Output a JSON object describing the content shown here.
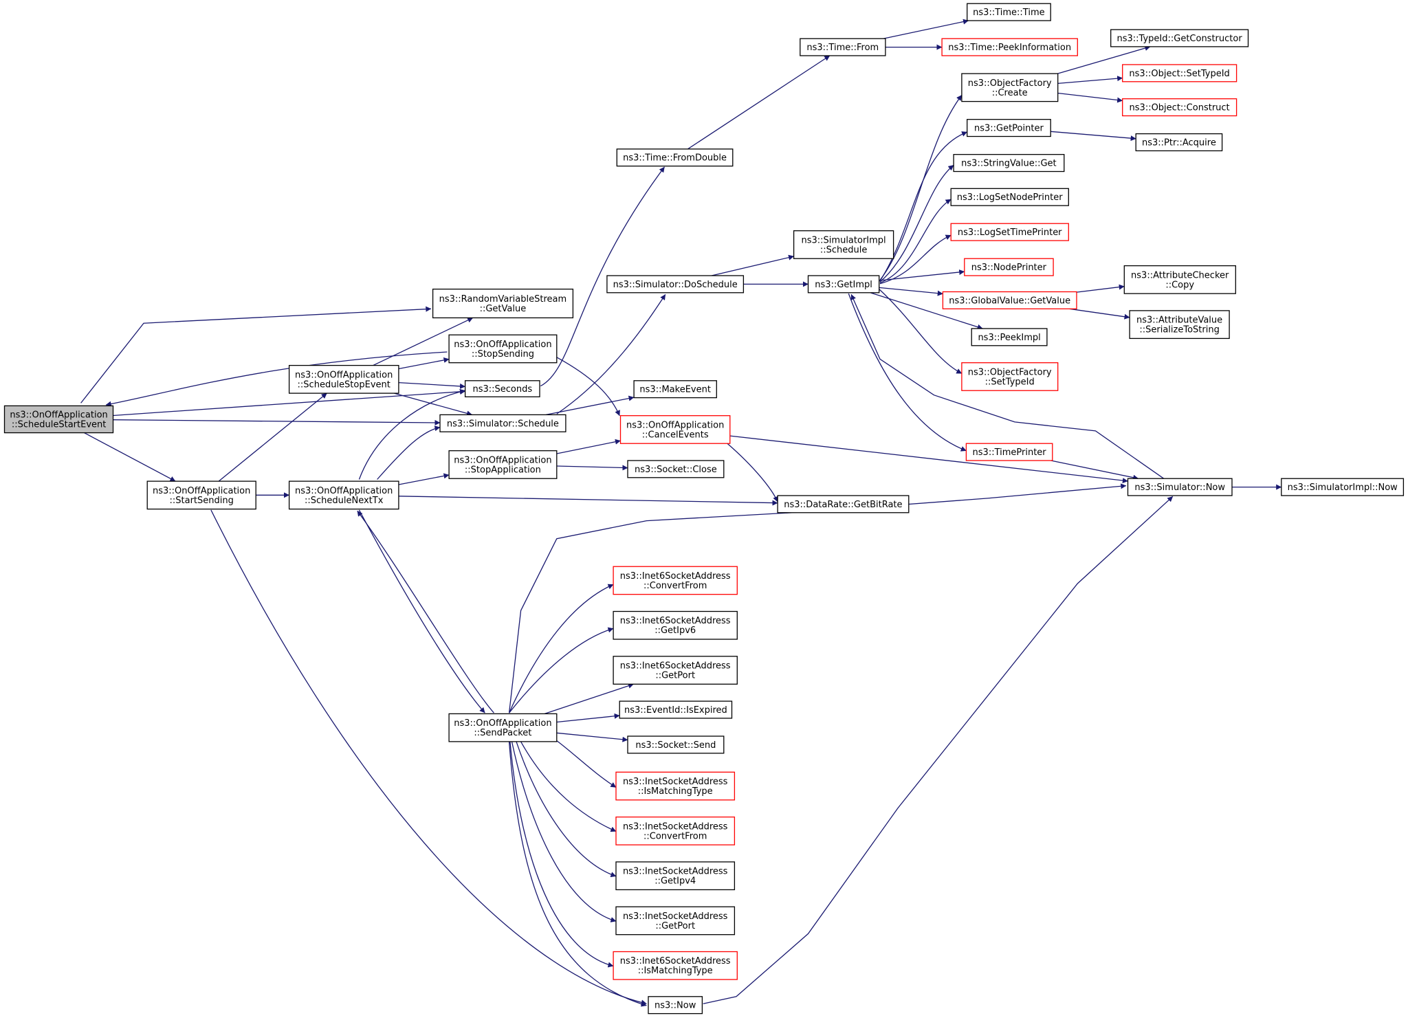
{
  "graph": {
    "colors": {
      "edge": "#191970",
      "node_border": "#000000",
      "truncated_border": "#ff0000",
      "root_fill": "#bfbfbf",
      "node_fill": "#ffffff"
    },
    "nodes": [
      {
        "id": "root",
        "lines": [
          "ns3::OnOffApplication",
          "::ScheduleStartEvent"
        ],
        "kind": "root"
      },
      {
        "id": "rvs_getvalue",
        "lines": [
          "ns3::RandomVariableStream",
          "::GetValue"
        ],
        "kind": "normal"
      },
      {
        "id": "stopsending",
        "lines": [
          "ns3::OnOffApplication",
          "::StopSending"
        ],
        "kind": "normal"
      },
      {
        "id": "schedulestopevent",
        "lines": [
          "ns3::OnOffApplication",
          "::ScheduleStopEvent"
        ],
        "kind": "normal"
      },
      {
        "id": "seconds",
        "lines": [
          "ns3::Seconds"
        ],
        "kind": "normal"
      },
      {
        "id": "sim_schedule",
        "lines": [
          "ns3::Simulator::Schedule"
        ],
        "kind": "normal"
      },
      {
        "id": "startsending",
        "lines": [
          "ns3::OnOffApplication",
          "::StartSending"
        ],
        "kind": "normal"
      },
      {
        "id": "schedulenexttx",
        "lines": [
          "ns3::OnOffApplication",
          "::ScheduleNextTx"
        ],
        "kind": "normal"
      },
      {
        "id": "stopapplication",
        "lines": [
          "ns3::OnOffApplication",
          "::StopApplication"
        ],
        "kind": "normal"
      },
      {
        "id": "sendpacket",
        "lines": [
          "ns3::OnOffApplication",
          "::SendPacket"
        ],
        "kind": "normal"
      },
      {
        "id": "time_fromdouble",
        "lines": [
          "ns3::Time::FromDouble"
        ],
        "kind": "normal"
      },
      {
        "id": "time_from",
        "lines": [
          "ns3::Time::From"
        ],
        "kind": "normal"
      },
      {
        "id": "time_time",
        "lines": [
          "ns3::Time::Time"
        ],
        "kind": "normal"
      },
      {
        "id": "time_peekinfo",
        "lines": [
          "ns3::Time::PeekInformation"
        ],
        "kind": "truncated"
      },
      {
        "id": "sim_doschedule",
        "lines": [
          "ns3::Simulator::DoSchedule"
        ],
        "kind": "normal"
      },
      {
        "id": "simimpl_schedule",
        "lines": [
          "ns3::SimulatorImpl",
          "::Schedule"
        ],
        "kind": "normal"
      },
      {
        "id": "makeevent",
        "lines": [
          "ns3::MakeEvent"
        ],
        "kind": "normal"
      },
      {
        "id": "cancelevents",
        "lines": [
          "ns3::OnOffApplication",
          "::CancelEvents"
        ],
        "kind": "truncated"
      },
      {
        "id": "socket_close",
        "lines": [
          "ns3::Socket::Close"
        ],
        "kind": "normal"
      },
      {
        "id": "datarate_getbitrate",
        "lines": [
          "ns3::DataRate::GetBitRate"
        ],
        "kind": "normal"
      },
      {
        "id": "getimpl",
        "lines": [
          "ns3::GetImpl"
        ],
        "kind": "normal"
      },
      {
        "id": "objfactory_create",
        "lines": [
          "ns3::ObjectFactory",
          "::Create"
        ],
        "kind": "normal"
      },
      {
        "id": "getpointer",
        "lines": [
          "ns3::GetPointer"
        ],
        "kind": "normal"
      },
      {
        "id": "stringvalue_get",
        "lines": [
          "ns3::StringValue::Get"
        ],
        "kind": "normal"
      },
      {
        "id": "lognodeprinter",
        "lines": [
          "ns3::LogSetNodePrinter"
        ],
        "kind": "normal"
      },
      {
        "id": "logtimeprinter",
        "lines": [
          "ns3::LogSetTimePrinter"
        ],
        "kind": "truncated"
      },
      {
        "id": "nodeprinter",
        "lines": [
          "ns3::NodePrinter"
        ],
        "kind": "truncated"
      },
      {
        "id": "globalvalue_getvalue",
        "lines": [
          "ns3::GlobalValue::GetValue"
        ],
        "kind": "truncated"
      },
      {
        "id": "peekimpl",
        "lines": [
          "ns3::PeekImpl"
        ],
        "kind": "normal"
      },
      {
        "id": "objfactory_settypeid",
        "lines": [
          "ns3::ObjectFactory",
          "::SetTypeId"
        ],
        "kind": "truncated"
      },
      {
        "id": "timeprinter",
        "lines": [
          "ns3::TimePrinter"
        ],
        "kind": "truncated"
      },
      {
        "id": "typeid_getconstructor",
        "lines": [
          "ns3::TypeId::GetConstructor"
        ],
        "kind": "normal"
      },
      {
        "id": "object_settypeid",
        "lines": [
          "ns3::Object::SetTypeId"
        ],
        "kind": "truncated"
      },
      {
        "id": "object_construct",
        "lines": [
          "ns3::Object::Construct"
        ],
        "kind": "truncated"
      },
      {
        "id": "ptr_acquire",
        "lines": [
          "ns3::Ptr::Acquire"
        ],
        "kind": "normal"
      },
      {
        "id": "attrchecker_copy",
        "lines": [
          "ns3::AttributeChecker",
          "::Copy"
        ],
        "kind": "normal"
      },
      {
        "id": "attrvalue_serialize",
        "lines": [
          "ns3::AttributeValue",
          "::SerializeToString"
        ],
        "kind": "normal"
      },
      {
        "id": "sim_now",
        "lines": [
          "ns3::Simulator::Now"
        ],
        "kind": "normal"
      },
      {
        "id": "simimpl_now",
        "lines": [
          "ns3::SimulatorImpl::Now"
        ],
        "kind": "normal"
      },
      {
        "id": "inet6_convertfrom",
        "lines": [
          "ns3::Inet6SocketAddress",
          "::ConvertFrom"
        ],
        "kind": "truncated"
      },
      {
        "id": "inet6_getipv6",
        "lines": [
          "ns3::Inet6SocketAddress",
          "::GetIpv6"
        ],
        "kind": "normal"
      },
      {
        "id": "inet6_getport",
        "lines": [
          "ns3::Inet6SocketAddress",
          "::GetPort"
        ],
        "kind": "normal"
      },
      {
        "id": "eventid_isexpired",
        "lines": [
          "ns3::EventId::IsExpired"
        ],
        "kind": "normal"
      },
      {
        "id": "socket_send",
        "lines": [
          "ns3::Socket::Send"
        ],
        "kind": "normal"
      },
      {
        "id": "inet_ismatching",
        "lines": [
          "ns3::InetSocketAddress",
          "::IsMatchingType"
        ],
        "kind": "truncated"
      },
      {
        "id": "inet_convertfrom",
        "lines": [
          "ns3::InetSocketAddress",
          "::ConvertFrom"
        ],
        "kind": "truncated"
      },
      {
        "id": "inet_getipv4",
        "lines": [
          "ns3::InetSocketAddress",
          "::GetIpv4"
        ],
        "kind": "normal"
      },
      {
        "id": "inet_getport",
        "lines": [
          "ns3::InetSocketAddress",
          "::GetPort"
        ],
        "kind": "normal"
      },
      {
        "id": "inet6_ismatching",
        "lines": [
          "ns3::Inet6SocketAddress",
          "::IsMatchingType"
        ],
        "kind": "truncated"
      },
      {
        "id": "ns3_now",
        "lines": [
          "ns3::Now"
        ],
        "kind": "normal"
      }
    ],
    "edges": [
      [
        "root",
        "rvs_getvalue"
      ],
      [
        "root",
        "seconds"
      ],
      [
        "root",
        "sim_schedule"
      ],
      [
        "root",
        "startsending"
      ],
      [
        "stopsending",
        "root"
      ],
      [
        "schedulestopevent",
        "rvs_getvalue"
      ],
      [
        "schedulestopevent",
        "stopsending"
      ],
      [
        "schedulestopevent",
        "seconds"
      ],
      [
        "schedulestopevent",
        "sim_schedule"
      ],
      [
        "stopsending",
        "cancelevents"
      ],
      [
        "seconds",
        "time_fromdouble"
      ],
      [
        "sim_schedule",
        "sim_doschedule"
      ],
      [
        "sim_schedule",
        "makeevent"
      ],
      [
        "startsending",
        "schedulestopevent"
      ],
      [
        "startsending",
        "schedulenexttx"
      ],
      [
        "startsending",
        "ns3_now"
      ],
      [
        "schedulenexttx",
        "seconds"
      ],
      [
        "schedulenexttx",
        "sim_schedule"
      ],
      [
        "schedulenexttx",
        "stopapplication"
      ],
      [
        "schedulenexttx",
        "datarate_getbitrate"
      ],
      [
        "schedulenexttx",
        "sendpacket"
      ],
      [
        "sendpacket",
        "schedulenexttx"
      ],
      [
        "stopapplication",
        "cancelevents"
      ],
      [
        "stopapplication",
        "socket_close"
      ],
      [
        "time_fromdouble",
        "time_from"
      ],
      [
        "time_from",
        "time_time"
      ],
      [
        "time_from",
        "time_peekinfo"
      ],
      [
        "sim_doschedule",
        "simimpl_schedule"
      ],
      [
        "sim_doschedule",
        "getimpl"
      ],
      [
        "cancelevents",
        "datarate_getbitrate"
      ],
      [
        "cancelevents",
        "sim_now"
      ],
      [
        "getimpl",
        "objfactory_create"
      ],
      [
        "getimpl",
        "getpointer"
      ],
      [
        "getimpl",
        "stringvalue_get"
      ],
      [
        "getimpl",
        "lognodeprinter"
      ],
      [
        "getimpl",
        "logtimeprinter"
      ],
      [
        "getimpl",
        "nodeprinter"
      ],
      [
        "getimpl",
        "globalvalue_getvalue"
      ],
      [
        "getimpl",
        "peekimpl"
      ],
      [
        "getimpl",
        "objfactory_settypeid"
      ],
      [
        "getimpl",
        "timeprinter"
      ],
      [
        "objfactory_create",
        "typeid_getconstructor"
      ],
      [
        "objfactory_create",
        "object_settypeid"
      ],
      [
        "objfactory_create",
        "object_construct"
      ],
      [
        "getpointer",
        "ptr_acquire"
      ],
      [
        "globalvalue_getvalue",
        "attrchecker_copy"
      ],
      [
        "globalvalue_getvalue",
        "attrvalue_serialize"
      ],
      [
        "timeprinter",
        "sim_now"
      ],
      [
        "sim_now",
        "getimpl"
      ],
      [
        "sim_now",
        "simimpl_now"
      ],
      [
        "sendpacket",
        "sim_now"
      ],
      [
        "sendpacket",
        "inet6_convertfrom"
      ],
      [
        "sendpacket",
        "inet6_getipv6"
      ],
      [
        "sendpacket",
        "inet6_getport"
      ],
      [
        "sendpacket",
        "eventid_isexpired"
      ],
      [
        "sendpacket",
        "socket_send"
      ],
      [
        "sendpacket",
        "inet_ismatching"
      ],
      [
        "sendpacket",
        "inet_convertfrom"
      ],
      [
        "sendpacket",
        "inet_getipv4"
      ],
      [
        "sendpacket",
        "inet_getport"
      ],
      [
        "sendpacket",
        "inet6_ismatching"
      ],
      [
        "sendpacket",
        "ns3_now"
      ],
      [
        "ns3_now",
        "sim_now"
      ]
    ]
  }
}
